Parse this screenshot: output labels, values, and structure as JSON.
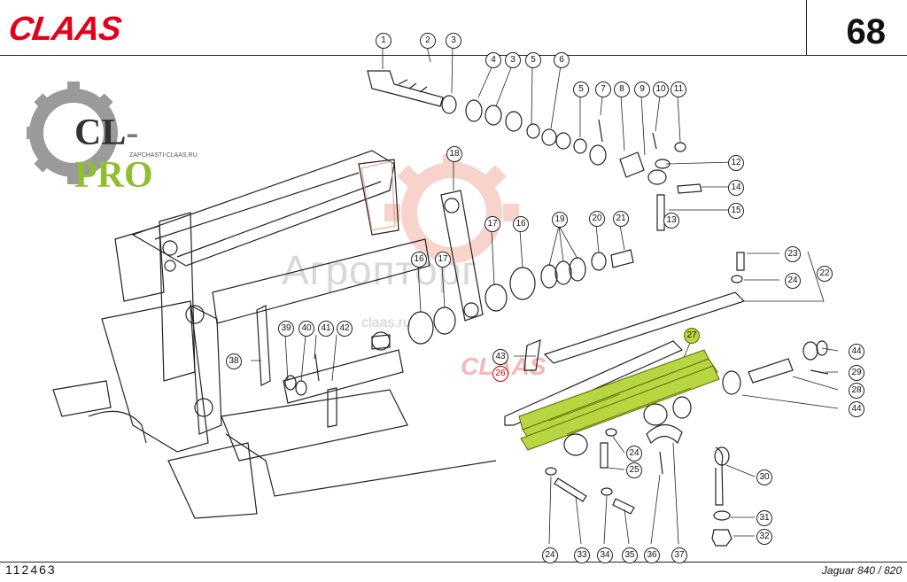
{
  "header": {
    "brand": "CLAAS",
    "page_number": "68"
  },
  "footer": {
    "drawing_number": "112463",
    "model": "Jaguar 840 / 820"
  },
  "watermarks": {
    "gear_logo": "CL-PRO",
    "gear_logo_url": "ZAPCHASTI-CLAAS.RU",
    "center_text": "Агропторг",
    "center_url": "claas.ru",
    "center_brand": "CLAAS"
  },
  "colors": {
    "brand_red": "#e2001a",
    "highlight_green": "#b8d641",
    "callout_red": "#cc0000"
  },
  "callouts": [
    "1",
    "2",
    "3",
    "4",
    "3",
    "5",
    "6",
    "5",
    "7",
    "8",
    "9",
    "10",
    "11",
    "12",
    "13",
    "14",
    "15",
    "18",
    "17",
    "16",
    "19",
    "20",
    "21",
    "16",
    "17",
    "22",
    "23",
    "24",
    "27",
    "43",
    "26",
    "44",
    "29",
    "28",
    "44",
    "39",
    "40",
    "41",
    "42",
    "38",
    "24",
    "25",
    "30",
    "31",
    "32",
    "24",
    "33",
    "34",
    "35",
    "36",
    "37"
  ]
}
